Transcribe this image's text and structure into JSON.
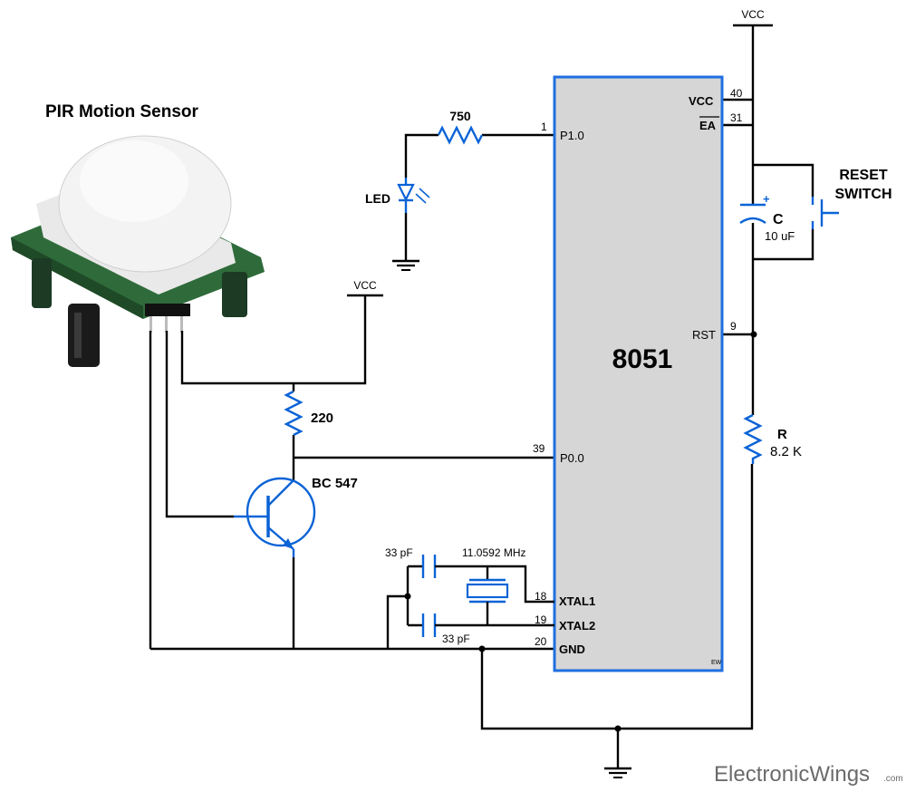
{
  "sensor": {
    "title": "PIR Motion Sensor"
  },
  "supply": {
    "vcc_top": "VCC",
    "vcc_sensor": "VCC"
  },
  "mcu": {
    "name": "8051",
    "pins": {
      "vcc": {
        "num": "40",
        "name": "VCC"
      },
      "ea": {
        "num": "31",
        "name": "EA"
      },
      "p10": {
        "num": "1",
        "name": "P1.0"
      },
      "rst": {
        "num": "9",
        "name": "RST"
      },
      "p00": {
        "num": "39",
        "name": "P0.0"
      },
      "xtal1": {
        "num": "18",
        "name": "XTAL1"
      },
      "xtal2": {
        "num": "19",
        "name": "XTAL2"
      },
      "gnd": {
        "num": "20",
        "name": "GND"
      }
    },
    "corner_mark": "EW"
  },
  "components": {
    "r_led": "750",
    "led": "LED",
    "r_base": "220",
    "transistor": "BC 547",
    "cap_top": "33 pF",
    "cap_bottom": "33 pF",
    "crystal": "11.0592 MHz",
    "reset_switch": [
      "RESET",
      "SWITCH"
    ],
    "reset_cap": {
      "name": "C",
      "value": "10 uF",
      "polarity": "+"
    },
    "reset_res": {
      "name": "R",
      "value": "8.2 K"
    }
  },
  "watermark": {
    "main": "ElectronicWings",
    "suffix": ".com"
  },
  "colors": {
    "wire": "#000000",
    "component": "#0a63d6",
    "chip_fill": "#d6d6d6",
    "chip_border": "#1f6fe0"
  }
}
